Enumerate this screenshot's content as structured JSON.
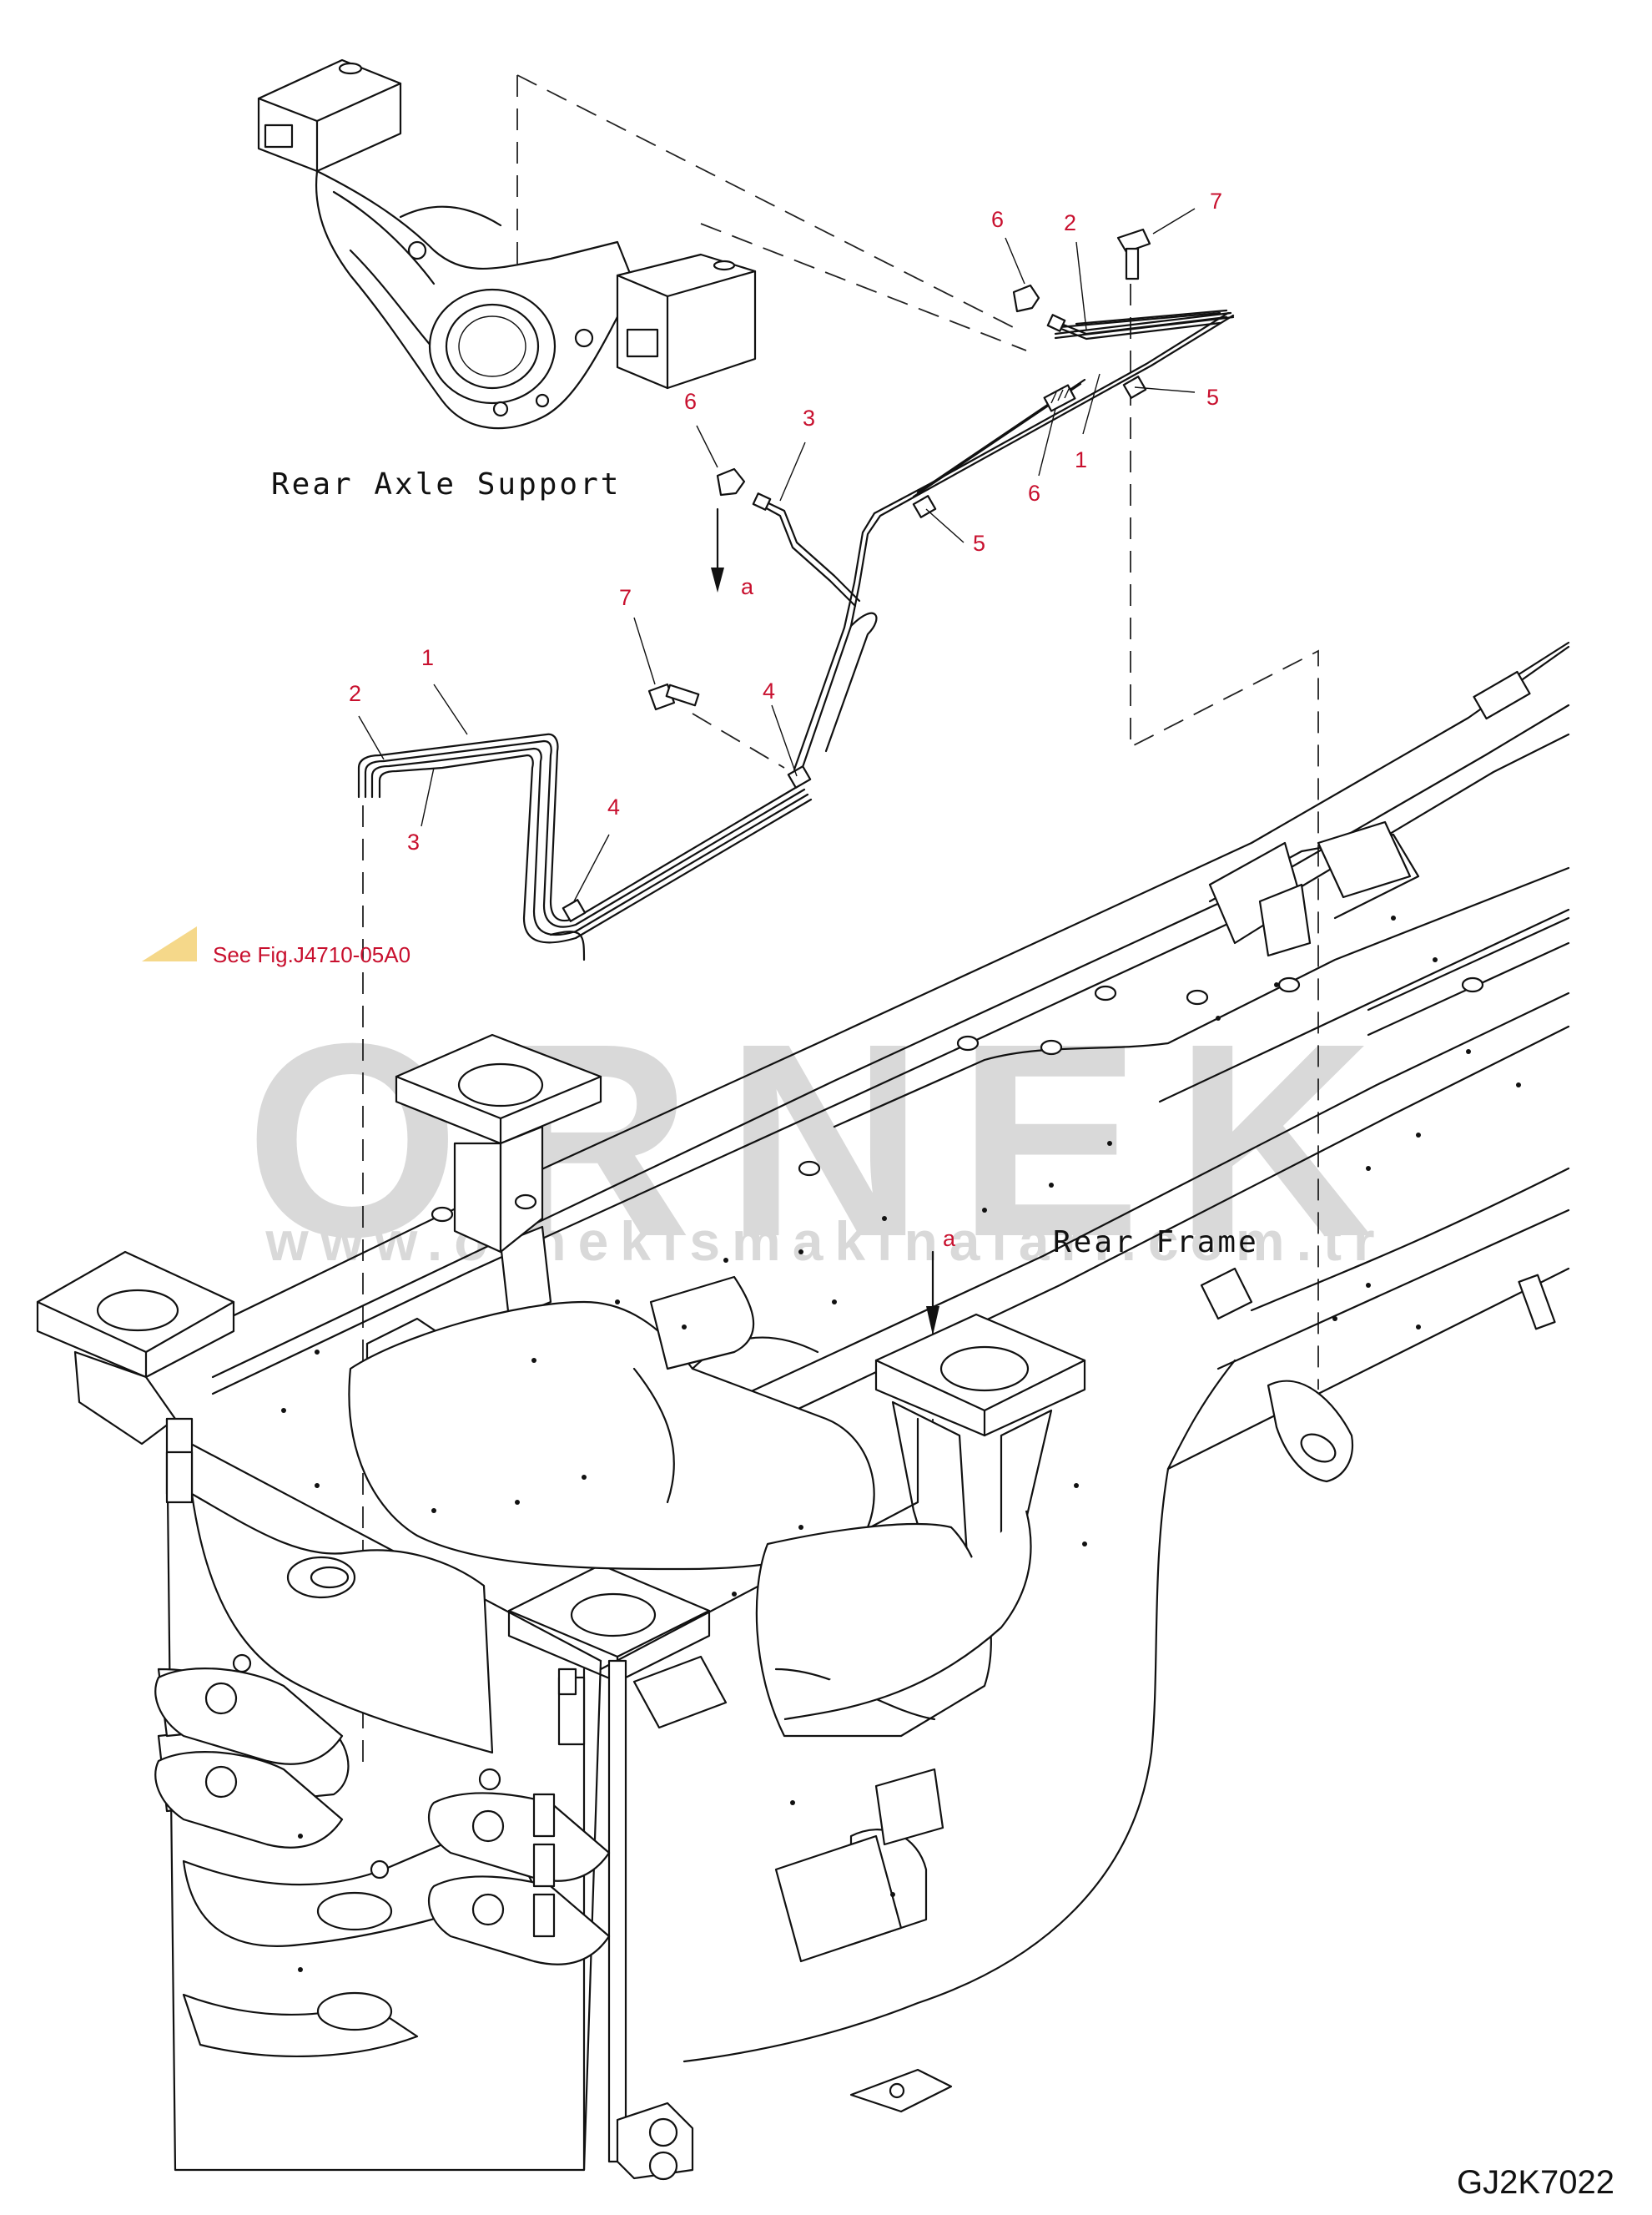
{
  "labels": {
    "rear_axle_support": "Rear Axle Support",
    "rear_frame": "Rear Frame",
    "see_fig": "See Fig.J4710-05A0",
    "drawing_code": "GJ2K7022",
    "arrow_letter": "a"
  },
  "watermark": {
    "brand": "ORNEK",
    "url": "www.ornekismakinalari.com.tr"
  },
  "callouts": [
    {
      "id": "6-top",
      "text": "6"
    },
    {
      "id": "2-top",
      "text": "2"
    },
    {
      "id": "7-top",
      "text": "7"
    },
    {
      "id": "5-top",
      "text": "5"
    },
    {
      "id": "1-top",
      "text": "1"
    },
    {
      "id": "6-mid",
      "text": "6"
    },
    {
      "id": "6-left",
      "text": "6"
    },
    {
      "id": "3-top",
      "text": "3"
    },
    {
      "id": "5-mid",
      "text": "5"
    },
    {
      "id": "7-left",
      "text": "7"
    },
    {
      "id": "1-left",
      "text": "1"
    },
    {
      "id": "2-left",
      "text": "2"
    },
    {
      "id": "4-mid",
      "text": "4"
    },
    {
      "id": "3-left",
      "text": "3"
    },
    {
      "id": "4-left",
      "text": "4"
    }
  ],
  "colors": {
    "callout": "#c8102e",
    "watermark": "#d9d9d9",
    "see_fig_marker": "#f5d88a",
    "line": "#111111"
  }
}
